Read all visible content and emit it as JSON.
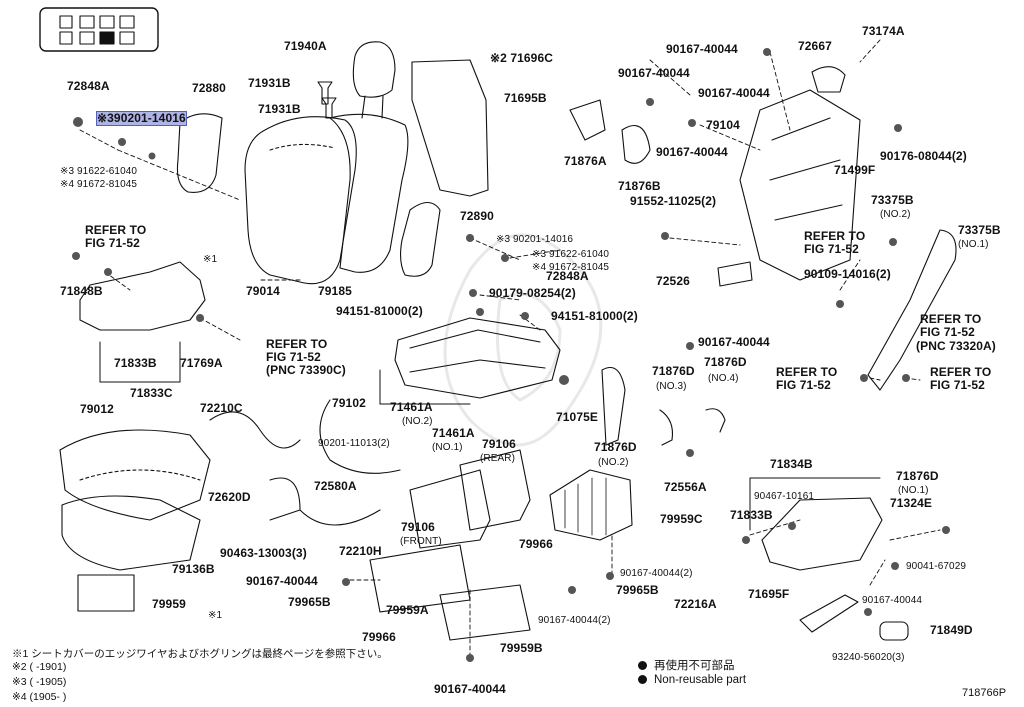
{
  "labels": [
    {
      "id": "71940A",
      "text": "71940A"
    },
    {
      "id": "72848A_tl",
      "text": "72848A"
    },
    {
      "id": "72880",
      "text": "72880"
    },
    {
      "id": "71931B_a",
      "text": "71931B"
    },
    {
      "id": "71931B_b",
      "text": "71931B"
    },
    {
      "id": "x2_71696C",
      "text": "※2 71696C"
    },
    {
      "id": "71695B",
      "text": "71695B"
    },
    {
      "id": "hl_90201",
      "text": "※390201-14016"
    },
    {
      "id": "x3_91622_a",
      "text": "※3 91622-61040"
    },
    {
      "id": "x4_91672_a",
      "text": "※4 91672-81045"
    },
    {
      "id": "72890",
      "text": "72890"
    },
    {
      "id": "x3_90201",
      "text": "※3 90201-14016"
    },
    {
      "id": "x3_91622_b",
      "text": "※3 91622-61040"
    },
    {
      "id": "x4_91672_b",
      "text": "※4 91672-81045"
    },
    {
      "id": "72848A_mid",
      "text": "72848A"
    },
    {
      "id": "90179",
      "text": "90179-08254(2)"
    },
    {
      "id": "94151_a",
      "text": "94151-81000(2)"
    },
    {
      "id": "94151_b",
      "text": "94151-81000(2)"
    },
    {
      "id": "refer_a1",
      "text": "REFER TO"
    },
    {
      "id": "refer_a2",
      "text": "FIG 71-52"
    },
    {
      "id": "x1_a",
      "text": "※1"
    },
    {
      "id": "71848B",
      "text": "71848B"
    },
    {
      "id": "79014",
      "text": "79014"
    },
    {
      "id": "79185",
      "text": "79185"
    },
    {
      "id": "71833B_l",
      "text": "71833B"
    },
    {
      "id": "71769A",
      "text": "71769A"
    },
    {
      "id": "71833C",
      "text": "71833C"
    },
    {
      "id": "refer_b1",
      "text": "REFER TO"
    },
    {
      "id": "refer_b2",
      "text": "FIG 71-52"
    },
    {
      "id": "refer_b3",
      "text": "(PNC 73390C)"
    },
    {
      "id": "79012",
      "text": "79012"
    },
    {
      "id": "72210C",
      "text": "72210C"
    },
    {
      "id": "79102",
      "text": "79102"
    },
    {
      "id": "71461A",
      "text": "71461A"
    },
    {
      "id": "no2_a",
      "text": "(NO.2)"
    },
    {
      "id": "71461A_no1",
      "text": "71461A"
    },
    {
      "id": "90201_11013",
      "text": "90201-11013(2)"
    },
    {
      "id": "no1_a",
      "text": "(NO.1)"
    },
    {
      "id": "79106_rear",
      "text": "79106"
    },
    {
      "id": "rear",
      "text": "(REAR)"
    },
    {
      "id": "72580A",
      "text": "72580A"
    },
    {
      "id": "72620D",
      "text": "72620D"
    },
    {
      "id": "79106_front",
      "text": "79106"
    },
    {
      "id": "front",
      "text": "(FRONT)"
    },
    {
      "id": "90463",
      "text": "90463-13003(3)"
    },
    {
      "id": "72210H",
      "text": "72210H"
    },
    {
      "id": "79136B",
      "text": "79136B"
    },
    {
      "id": "79966_a",
      "text": "79966"
    },
    {
      "id": "90167_bl",
      "text": "90167-40044"
    },
    {
      "id": "79965B_l",
      "text": "79965B"
    },
    {
      "id": "79959A",
      "text": "79959A"
    },
    {
      "id": "79959",
      "text": "79959"
    },
    {
      "id": "x1_b",
      "text": "※1"
    },
    {
      "id": "79966_b",
      "text": "79966"
    },
    {
      "id": "79959B",
      "text": "79959B"
    },
    {
      "id": "90167_bot",
      "text": "90167-40044"
    },
    {
      "id": "90167_top1",
      "text": "90167-40044"
    },
    {
      "id": "72667",
      "text": "72667"
    },
    {
      "id": "73174A",
      "text": "73174A"
    },
    {
      "id": "90167_top2",
      "text": "90167-40044"
    },
    {
      "id": "90167_top3",
      "text": "90167-40044"
    },
    {
      "id": "79104",
      "text": "79104"
    },
    {
      "id": "90167_top4",
      "text": "90167-40044"
    },
    {
      "id": "71876A",
      "text": "71876A"
    },
    {
      "id": "71499F",
      "text": "71499F"
    },
    {
      "id": "90176",
      "text": "90176-08044(2)"
    },
    {
      "id": "71876B",
      "text": "71876B"
    },
    {
      "id": "91552",
      "text": "91552-11025(2)"
    },
    {
      "id": "73375B_no2",
      "text": "73375B"
    },
    {
      "id": "no2_b",
      "text": "(NO.2)"
    },
    {
      "id": "73375B_no1",
      "text": "73375B"
    },
    {
      "id": "no1_b",
      "text": "(NO.1)"
    },
    {
      "id": "refer_c1",
      "text": "REFER TO"
    },
    {
      "id": "refer_c2",
      "text": "FIG 71-52"
    },
    {
      "id": "72526",
      "text": "72526"
    },
    {
      "id": "90109",
      "text": "90109-14016(2)"
    },
    {
      "id": "refer_d1",
      "text": "REFER TO"
    },
    {
      "id": "refer_d2",
      "text": "FIG 71-52"
    },
    {
      "id": "refer_d3",
      "text": "(PNC 73320A)"
    },
    {
      "id": "90167_mid",
      "text": "90167-40044"
    },
    {
      "id": "71876D_no3",
      "text": "71876D"
    },
    {
      "id": "no3",
      "text": "(NO.3)"
    },
    {
      "id": "71876D_no4",
      "text": "71876D"
    },
    {
      "id": "no4",
      "text": "(NO.4)"
    },
    {
      "id": "refer_e1",
      "text": "REFER TO"
    },
    {
      "id": "refer_e2",
      "text": "FIG 71-52"
    },
    {
      "id": "refer_f1",
      "text": "REFER TO"
    },
    {
      "id": "refer_f2",
      "text": "FIG 71-52"
    },
    {
      "id": "71075E",
      "text": "71075E"
    },
    {
      "id": "71876D_no2",
      "text": "71876D"
    },
    {
      "id": "no2_c",
      "text": "(NO.2)"
    },
    {
      "id": "72556A",
      "text": "72556A"
    },
    {
      "id": "71834B",
      "text": "71834B"
    },
    {
      "id": "90467",
      "text": "90467-10161"
    },
    {
      "id": "71876D_no1",
      "text": "71876D"
    },
    {
      "id": "no1_c",
      "text": "(NO.1)"
    },
    {
      "id": "79959C",
      "text": "79959C"
    },
    {
      "id": "71833B_r",
      "text": "71833B"
    },
    {
      "id": "71324E",
      "text": "71324E"
    },
    {
      "id": "90041",
      "text": "90041-67029"
    },
    {
      "id": "90167_x2",
      "text": "90167-40044(2)"
    },
    {
      "id": "79965B_r",
      "text": "79965B"
    },
    {
      "id": "72216A",
      "text": "72216A"
    },
    {
      "id": "71695F",
      "text": "71695F"
    },
    {
      "id": "90167_r",
      "text": "90167-40044"
    },
    {
      "id": "90167_x2b",
      "text": "90167-40044(2)"
    },
    {
      "id": "71849D",
      "text": "71849D"
    },
    {
      "id": "93240",
      "text": "93240-56020(3)"
    }
  ],
  "notes": [
    "※1 シートカバーのエッジワイヤおよびホグリングは最終ページを参照下さい。",
    "※2 (     -1901)",
    "※3 (     -1905)",
    "※4 (1905-      )"
  ],
  "legend": {
    "jp": "再使用不可部品",
    "en": "Non-reusable part"
  },
  "figure_code": "718766P"
}
